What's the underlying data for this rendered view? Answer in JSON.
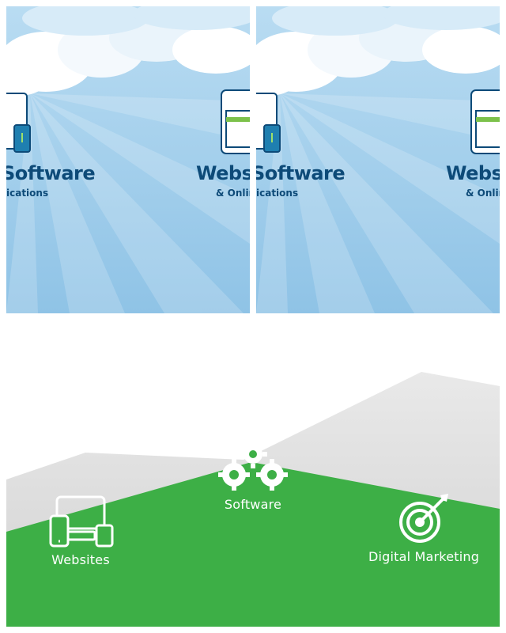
{
  "hero_panels": [
    {
      "title_left": "Software",
      "sub_left": "ications",
      "title_right": "Websi",
      "sub_right": "& Onlin"
    },
    {
      "title_left": "Software",
      "sub_left": "ications",
      "title_right": "Websi",
      "sub_right": "& Onlin"
    }
  ],
  "services": {
    "websites_label": "Websites",
    "software_label": "Software",
    "marketing_label": "Digital Marketing"
  },
  "icons": {
    "websites": "devices-icon",
    "software": "gears-icon",
    "marketing": "target-icon"
  },
  "colors": {
    "sky": "#9ccbe9",
    "text_dark_blue": "#0d4a78",
    "green": "#3daf46",
    "mountain_gray": "#d9d9d9"
  }
}
